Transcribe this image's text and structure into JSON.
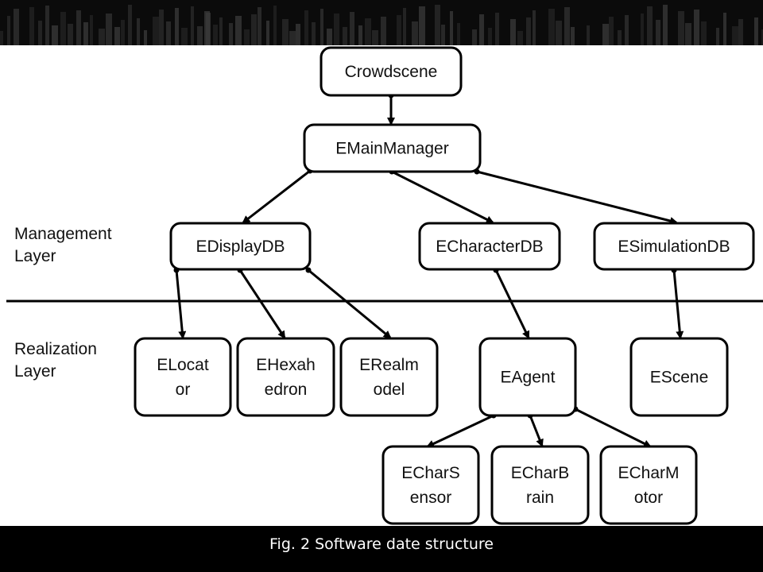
{
  "diagram": {
    "layers": {
      "management": [
        "Management",
        "Layer"
      ],
      "realization": [
        "Realization",
        "Layer"
      ]
    },
    "nodes": [
      {
        "id": "crowdscene",
        "lines": [
          "Crowdscene"
        ]
      },
      {
        "id": "emainmanager",
        "lines": [
          "EMainManager"
        ]
      },
      {
        "id": "edisplaydb",
        "lines": [
          "EDisplayDB"
        ]
      },
      {
        "id": "echaracterdb",
        "lines": [
          "ECharacterDB"
        ]
      },
      {
        "id": "esimulationdb",
        "lines": [
          "ESimulationDB"
        ]
      },
      {
        "id": "elocator",
        "lines": [
          "ELocat",
          "or"
        ]
      },
      {
        "id": "ehexahedron",
        "lines": [
          "EHexah",
          "edron"
        ]
      },
      {
        "id": "erealmodel",
        "lines": [
          "ERealm",
          "odel"
        ]
      },
      {
        "id": "eagent",
        "lines": [
          "EAgent"
        ]
      },
      {
        "id": "escene",
        "lines": [
          "EScene"
        ]
      },
      {
        "id": "echarsensor",
        "lines": [
          "ECharS",
          "ensor"
        ]
      },
      {
        "id": "echarbrain",
        "lines": [
          "ECharB",
          "rain"
        ]
      },
      {
        "id": "echarmotor",
        "lines": [
          "ECharM",
          "otor"
        ]
      }
    ],
    "edges": [
      {
        "from": "crowdscene",
        "to": "emainmanager"
      },
      {
        "from": "emainmanager",
        "to": "edisplaydb"
      },
      {
        "from": "emainmanager",
        "to": "echaracterdb"
      },
      {
        "from": "emainmanager",
        "to": "esimulationdb"
      },
      {
        "from": "edisplaydb",
        "to": "elocator"
      },
      {
        "from": "edisplaydb",
        "to": "ehexahedron"
      },
      {
        "from": "edisplaydb",
        "to": "erealmodel"
      },
      {
        "from": "echaracterdb",
        "to": "eagent"
      },
      {
        "from": "esimulationdb",
        "to": "escene"
      },
      {
        "from": "eagent",
        "to": "echarsensor"
      },
      {
        "from": "eagent",
        "to": "echarbrain"
      },
      {
        "from": "eagent",
        "to": "echarmotor"
      }
    ]
  },
  "caption": "Fig. 2 Software date structure"
}
